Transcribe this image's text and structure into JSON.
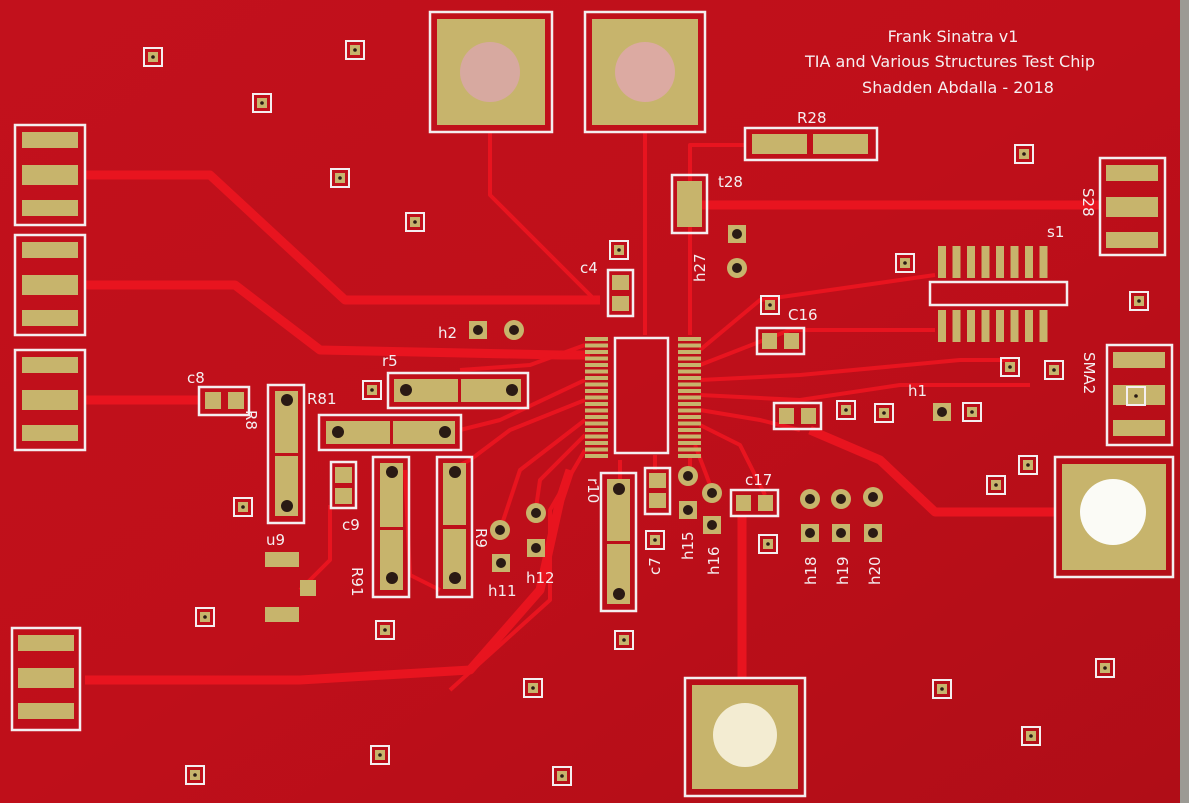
{
  "board": {
    "title_line1": "Frank Sinatra v1",
    "title_line2": "TIA and Various Structures Test Chip",
    "title_line3": "Shadden Abdalla - 2018",
    "colors": {
      "solder_mask": "#c4101b",
      "trace": "#e8141f",
      "copper_gold": "#c7b46c",
      "silkscreen": "#f4eef0"
    }
  },
  "labels": {
    "R28": "R28",
    "t28": "t28",
    "S28": "S28",
    "s1": "s1",
    "h27": "h27",
    "c4": "c4",
    "C16": "C16",
    "h2": "h2",
    "r5": "r5",
    "c8": "c8",
    "R81": "R81",
    "R8": "R8",
    "h1": "h1",
    "SMA2": "SMA2",
    "c17": "c17",
    "u9": "u9",
    "c9": "c9",
    "R91": "R91",
    "R9": "R9",
    "h11": "h11",
    "h12": "h12",
    "r10": "r10",
    "c7": "c7",
    "h15": "h15",
    "h16": "h16",
    "h18": "h18",
    "h19": "h19",
    "h20": "h20"
  }
}
